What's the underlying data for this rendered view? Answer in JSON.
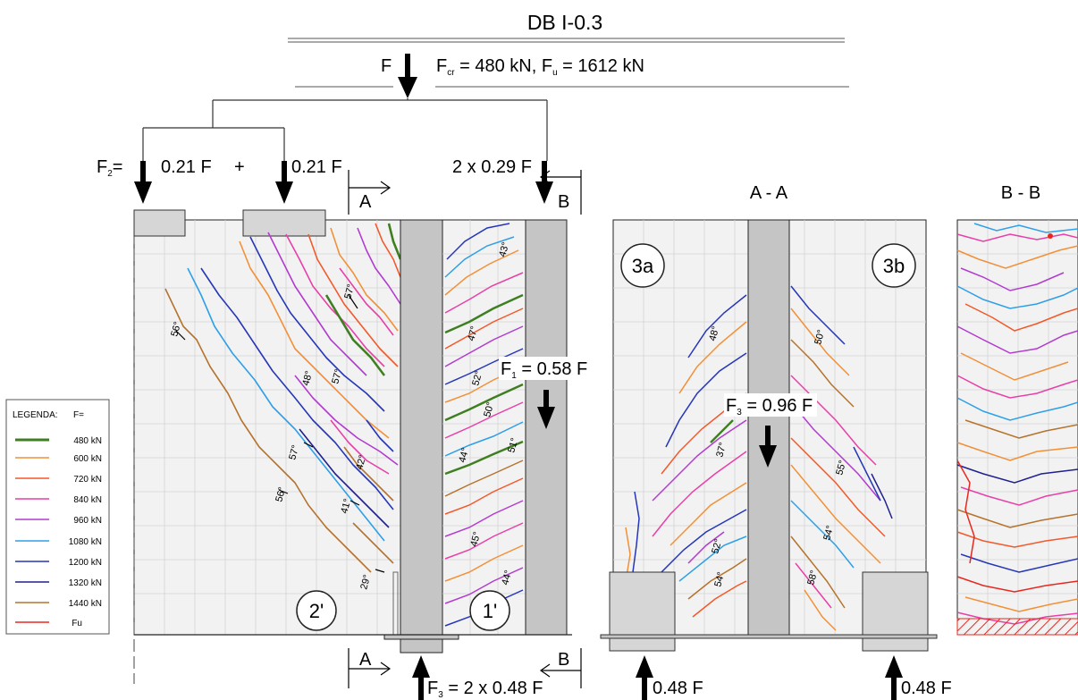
{
  "title": "DB I-0.3",
  "load": {
    "f_label": "F",
    "forces": "F",
    "fcr_sub": "cr",
    "fcr_val": " = 480 kN, F",
    "fu_sub": "u",
    "fu_val": " = 1612 kN"
  },
  "left_loads": {
    "f2_label": "F",
    "f2_sub": "2",
    "f2_eq": "=",
    "f2_a": "0.21 F",
    "plus": "+",
    "f2_b": "0.21 F",
    "f1_total": "2 x 0.29 F"
  },
  "sections": {
    "a_top": "A",
    "b_top": "B",
    "a_bottom": "A",
    "b_bottom": "B",
    "aa_title": "A - A",
    "bb_title": "B - B"
  },
  "forces": {
    "f1_label": "F",
    "f1_sub": "1",
    "f1_val": " = 0.58 F",
    "f3_label": "F",
    "f3_sub": "3",
    "f3_val": " = 0.96 F",
    "f3_bottom_label": "F",
    "f3_bottom_sub": "3",
    "f3_bottom_val": " = 2 x 0.48 F",
    "r_left": "0.48 F",
    "r_right": "0.48 F"
  },
  "zones": {
    "z2": "2'",
    "z1": "1'",
    "z3a": "3a",
    "z3b": "3b"
  },
  "angles_left": [
    "56°",
    "57°",
    "57°",
    "48°",
    "57°",
    "42°",
    "56°",
    "41°",
    "29°"
  ],
  "angles_mid": [
    "43°",
    "47°",
    "52°",
    "50°",
    "44°",
    "51°",
    "45°",
    "44°"
  ],
  "angles_aa": [
    "48°",
    "50°",
    "37°",
    "55°",
    "52°",
    "54°",
    "54°",
    "58°"
  ],
  "legend": {
    "title": "LEGENDA:",
    "f_eq": "F=",
    "items": [
      {
        "label": "480  kN",
        "color": "#3f7f22"
      },
      {
        "label": "600  kN",
        "color": "#f29037"
      },
      {
        "label": "720  kN",
        "color": "#f2592a"
      },
      {
        "label": "840  kN",
        "color": "#e83fa8"
      },
      {
        "label": "960  kN",
        "color": "#b23bd0"
      },
      {
        "label": "1080  kN",
        "color": "#2e9fe8"
      },
      {
        "label": "1200  kN",
        "color": "#2536b8"
      },
      {
        "label": "1320  kN",
        "color": "#20208f"
      },
      {
        "label": "1440  kN",
        "color": "#b5732d"
      },
      {
        "label": "Fu",
        "color": "#e8281f"
      }
    ]
  }
}
